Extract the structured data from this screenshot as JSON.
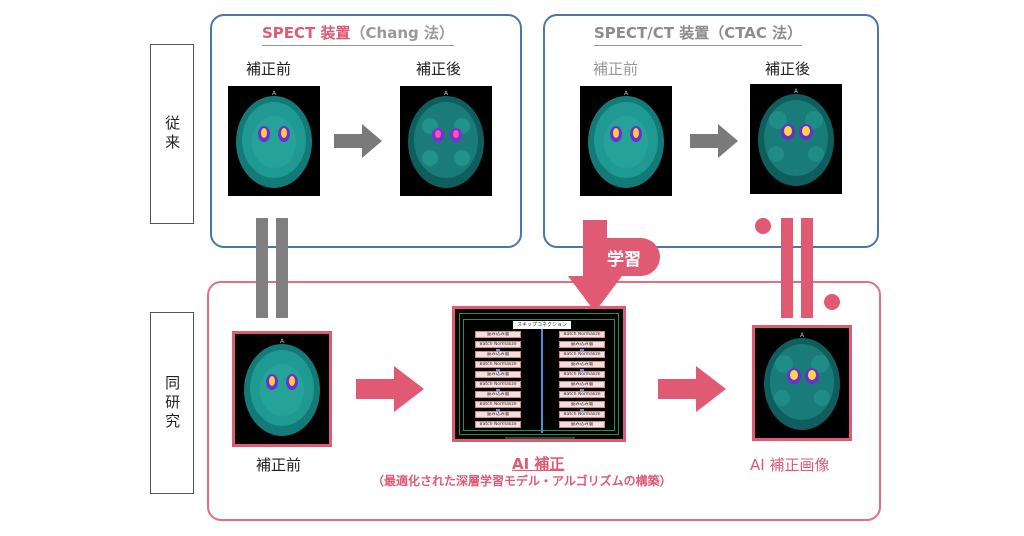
{
  "rows": {
    "conventional": "従来",
    "this_study": "同研究"
  },
  "spect_panel": {
    "title_main": "SPECT 装置",
    "title_sub": "（Chang 法）",
    "before_label": "補正前",
    "after_label": "補正後"
  },
  "spectct_panel": {
    "title": "SPECT/CT 装置（CTAC 法）",
    "before_label": "補正前",
    "after_label": "補正後"
  },
  "learning_badge": "学習",
  "study": {
    "before_label": "補正前",
    "ai_label": "AI 補正",
    "ai_sub": "（最適化された深層学習モデル・アルゴリズムの構築）",
    "result_label": "AI 補正画像"
  },
  "network": {
    "header": "スキップコネクション",
    "left_blocks": [
      "畳み込み層",
      "Batch Normalize",
      "畳み込み層",
      "Batch Normalize",
      "畳み込み層",
      "Batch Normalize",
      "畳み込み層",
      "Batch Normalize",
      "畳み込み層",
      "Batch Normalize"
    ],
    "right_blocks": [
      "Batch Normalize",
      "畳み込み層",
      "Batch Normalize",
      "畳み込み層",
      "Batch Normalize",
      "畳み込み層",
      "Batch Normalize",
      "畳み込み層",
      "Batch Normalize",
      "畳み込み層"
    ]
  },
  "scan_marker": "A",
  "colors": {
    "blue": "#4a76a8",
    "pink": "#e05a74",
    "gray_arrow": "#7a7a7a",
    "pink_arrow": "#e05a74",
    "scan_bg": "#000000",
    "scan_tissue": "#1f8c86"
  }
}
